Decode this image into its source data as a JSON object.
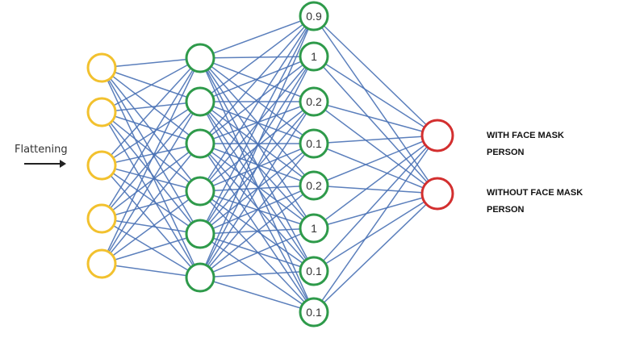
{
  "input_label": "Flattening",
  "hidden_values": [
    "0.9",
    "1",
    "0.2",
    "0.1",
    "0.2",
    "1",
    "0.1",
    "0.1"
  ],
  "outputs": [
    {
      "label": "WITH FACE MASK\nPERSON",
      "active": true
    },
    {
      "label": "WITHOUT FACE MASK\nPERSON",
      "active": false
    }
  ],
  "colors": {
    "input_layer": "#f2c12e",
    "hidden_layer": "#2e9a4a",
    "output_border": "#d32f2f",
    "output_active": "#e11b1b",
    "edges": "#4a72b5"
  }
}
